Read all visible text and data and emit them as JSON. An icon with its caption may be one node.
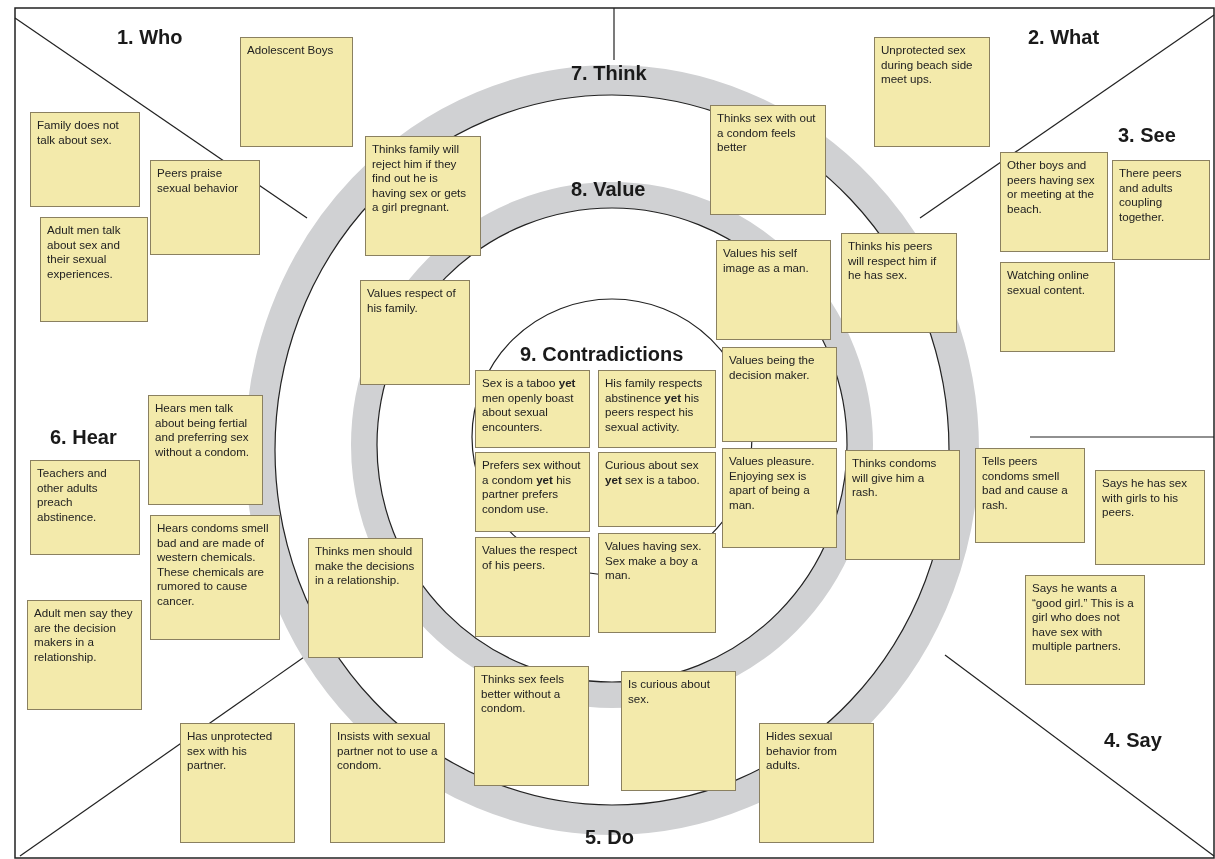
{
  "diagram": {
    "nodes": [
      {
        "text": [
          "Adolescent Boys"
        ]
      },
      {
        "text": [
          "Unprotected sex during beach side meet ups."
        ]
      },
      {
        "text": [
          "Family does not talk about sex."
        ]
      },
      {
        "text": [
          "Peers praise sexual behavior"
        ]
      },
      {
        "text": [
          "Adult men talk about sex and their sexual experiences."
        ]
      },
      {
        "text": [
          "Thinks family will reject him if they find out he is having sex or gets a girl pregnant."
        ]
      },
      {
        "text": [
          "Thinks sex with out a condom feels better"
        ]
      },
      {
        "text": [
          "Other boys and peers having sex or meeting at the beach."
        ]
      },
      {
        "text": [
          "There peers and adults coupling together."
        ]
      },
      {
        "text": [
          "Values his self image as a man."
        ]
      },
      {
        "text": [
          "Thinks his peers will respect him if he has sex."
        ]
      },
      {
        "text": [
          "Watching online sexual content."
        ]
      },
      {
        "text": [
          "Values respect of his family."
        ]
      },
      {
        "text": [
          "Values being the decision maker."
        ]
      },
      {
        "text": [
          "Sex is a taboo **yet** men openly boast about sexual encounters."
        ]
      },
      {
        "text": [
          "His family respects abstinence **yet** his peers respect his sexual activity."
        ]
      },
      {
        "text": [
          "Hears men talk about being fertial and preferring sex without a condom."
        ]
      },
      {
        "text": [
          "Teachers and other adults preach abstinence."
        ]
      },
      {
        "text": [
          "Prefers sex without a condom **yet** his partner prefers condom use."
        ]
      },
      {
        "text": [
          "Curious about sex **yet** sex is a taboo."
        ]
      },
      {
        "text": [
          "Values pleasure. Enjoying sex is apart of being a man."
        ]
      },
      {
        "text": [
          "Thinks condoms will give him a rash."
        ]
      },
      {
        "text": [
          "Tells peers condoms smell bad and cause a rash."
        ]
      },
      {
        "text": [
          "Says he has sex with girls to his peers."
        ]
      },
      {
        "text": [
          "Hears condoms smell bad and are made of western chemicals. These chemicals are rumored to cause cancer."
        ]
      },
      {
        "text": [
          "Thinks men should make the decisions in a relationship."
        ]
      },
      {
        "text": [
          "Values the respect of his peers."
        ]
      },
      {
        "text": [
          "Values having sex. Sex make a boy a man."
        ]
      },
      {
        "text": [
          "Says he wants a “good girl.” This is a girl who does not have sex with multiple partners."
        ]
      },
      {
        "text": [
          "Adult men say they are the decision makers in a relationship."
        ]
      },
      {
        "text": [
          "Thinks sex feels better without a condom."
        ]
      },
      {
        "text": [
          "Is curious about sex."
        ]
      },
      {
        "text": [
          "Hides sexual behavior from adults."
        ]
      },
      {
        "text": [
          "Has unprotected sex with his partner."
        ]
      },
      {
        "text": [
          "Insists with sexual partner not to use a condom."
        ]
      }
    ],
    "labels": [
      "1. Who",
      "2. What",
      "7. Think",
      "3. See",
      "8. Value",
      "9. Contradictions",
      "6. Hear",
      "4. Say",
      "5. Do"
    ]
  }
}
